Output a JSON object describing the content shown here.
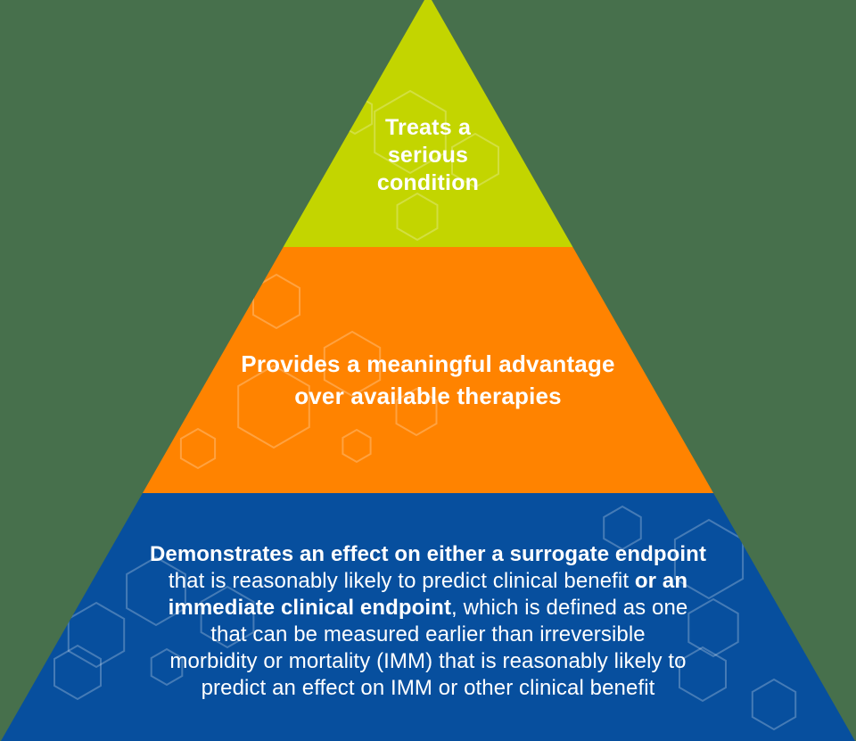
{
  "background_color": "#47704C",
  "decor": {
    "pattern": "hexagon-outlines",
    "stroke_color": "rgba(255,255,255,0.25)"
  },
  "pyramid": {
    "tiers": [
      {
        "id": "top",
        "color": "#C3D500",
        "lines": [
          "Treats a",
          "serious",
          "condition"
        ]
      },
      {
        "id": "middle",
        "color": "#FF8300",
        "lines": [
          "Provides a meaningful advantage",
          "over available therapies"
        ]
      },
      {
        "id": "bottom",
        "color": "#074F9E",
        "lines": [
          [
            {
              "text": "Demonstrates an effect on either a surrogate endpoint",
              "bold": true
            }
          ],
          [
            {
              "text": "that is reasonably likely to predict clinical benefit ",
              "bold": false
            },
            {
              "text": "or an",
              "bold": true
            }
          ],
          [
            {
              "text": "immediate clinical endpoint",
              "bold": true
            },
            {
              "text": ", which is defined as one",
              "bold": false
            }
          ],
          [
            {
              "text": "that can be measured earlier than irreversible",
              "bold": false
            }
          ],
          [
            {
              "text": "morbidity or mortality (IMM) that is reasonably likely to",
              "bold": false
            }
          ],
          [
            {
              "text": "predict an effect on IMM or other clinical benefit",
              "bold": false
            }
          ]
        ]
      }
    ]
  }
}
